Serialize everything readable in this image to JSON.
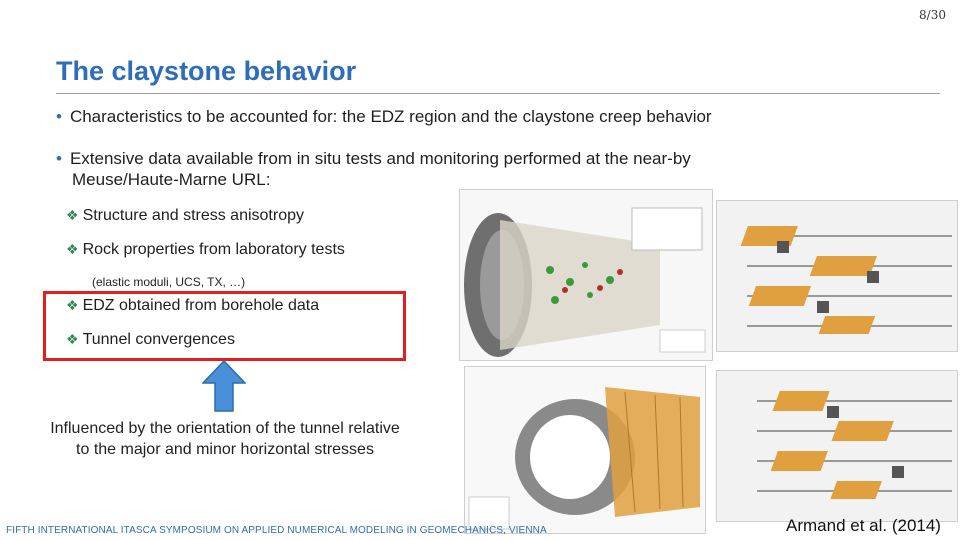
{
  "slide": {
    "page_number": "8/30",
    "title": "The claystone behavior",
    "bullets": [
      {
        "text": "Characteristics to be accounted for: the EDZ region and the claystone creep behavior"
      },
      {
        "line1": "Extensive data available from in situ tests and monitoring performed at the near-by",
        "line2": "Meuse/Haute-Marne URL:"
      }
    ],
    "bullet_symbol": "•",
    "sub_symbol": "❖",
    "sub_bullets": [
      "Structure and stress anisotropy",
      "Rock properties from laboratory tests",
      "EDZ obtained from borehole data",
      "Tunnel convergences"
    ],
    "sub_note": "(elastic moduli, UCS, TX, …)",
    "influence_line1": "Influenced by the orientation of the tunnel relative",
    "influence_line2": "to the major and minor horizontal stresses",
    "footer": "FIFTH INTERNATIONAL ITASCA SYMPOSIUM ON APPLIED NUMERICAL MODELING IN GEOMECHANICS, VIENNA",
    "citation": "Armand et al. (2014)",
    "colors": {
      "title": "#2e6dba",
      "highlight_box": "#e02020",
      "arrow": "#4a90d9",
      "sub_bullet": "#2e8b57"
    },
    "icons": {
      "up_arrow": "up-arrow-icon"
    }
  }
}
